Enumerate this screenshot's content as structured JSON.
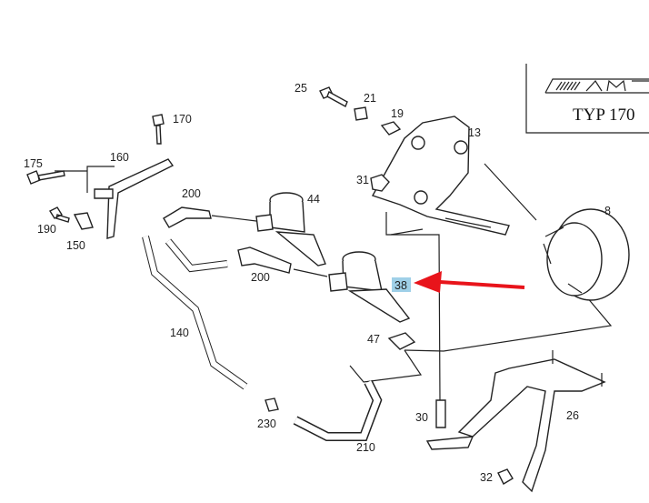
{
  "title_box": {
    "logo": "AMG",
    "model": "TYP 170"
  },
  "highlighted_part": "38",
  "arrow_color": "#e8141b",
  "highlight_color": "#9fd0e8",
  "labels": {
    "p25": "25",
    "p21": "21",
    "p19": "19",
    "p13": "13",
    "p170": "170",
    "p175": "175",
    "p160": "160",
    "p31": "31",
    "p44": "44",
    "p8": "8",
    "p200a": "200",
    "p190": "190",
    "p150": "150",
    "p200b": "200",
    "p38": "38",
    "p140": "140",
    "p47": "47",
    "p30": "30",
    "p26": "26",
    "p230": "230",
    "p210": "210",
    "p32": "32"
  }
}
